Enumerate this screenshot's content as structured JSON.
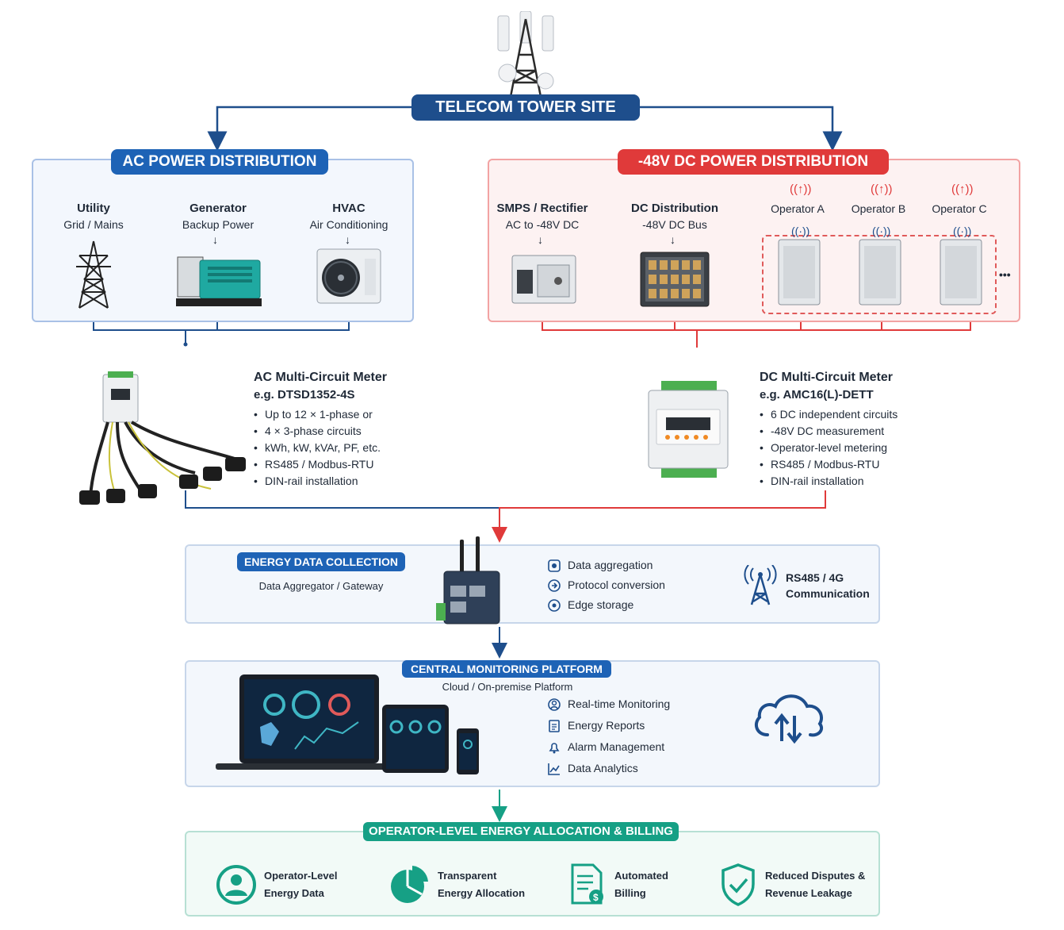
{
  "header": {
    "title": "TELECOM TOWER SITE"
  },
  "ac": {
    "title": "AC POWER DISTRIBUTION",
    "sources": [
      {
        "name": "Utility",
        "sub": "Grid / Mains"
      },
      {
        "name": "Generator",
        "sub": "Backup Power"
      },
      {
        "name": "HVAC",
        "sub": "Air Conditioning"
      }
    ]
  },
  "dc": {
    "title": "-48V DC POWER DISTRIBUTION",
    "rectifier": {
      "name": "SMPS / Rectifier",
      "sub": "AC to -48V DC"
    },
    "distribution": {
      "name": "DC Distribution",
      "sub": "-48V DC Bus"
    },
    "operators": [
      "Operator A",
      "Operator B",
      "Operator C"
    ],
    "ellipsis": "•••"
  },
  "ac_meter": {
    "title": "AC Multi-Circuit Meter",
    "model": "e.g. DTSD1352-4S",
    "features": [
      "Up to 12 × 1-phase or",
      "4 × 3-phase circuits",
      "kWh, kW, kVAr, PF, etc.",
      "RS485 / Modbus-RTU",
      "DIN-rail installation"
    ]
  },
  "dc_meter": {
    "title": "DC Multi-Circuit Meter",
    "model": "e.g. AMC16(L)-DETT",
    "features": [
      "6 DC independent circuits",
      "-48V DC measurement",
      "Operator-level metering",
      "RS485 / Modbus-RTU",
      "DIN-rail installation"
    ]
  },
  "collection": {
    "title": "ENERGY DATA COLLECTION",
    "subtitle": "Data Aggregator / Gateway",
    "features": [
      "Data aggregation",
      "Protocol conversion",
      "Edge storage"
    ],
    "comm_line1": "RS485 / 4G",
    "comm_line2": "Communication"
  },
  "platform": {
    "title": "CENTRAL MONITORING PLATFORM",
    "subtitle": "Cloud / On-premise Platform",
    "features": [
      "Real-time Monitoring",
      "Energy Reports",
      "Alarm Management",
      "Data Analytics"
    ]
  },
  "billing": {
    "title": "OPERATOR-LEVEL ENERGY ALLOCATION & BILLING",
    "items": [
      {
        "line1": "Operator-Level",
        "line2": "Energy Data"
      },
      {
        "line1": "Transparent",
        "line2": "Energy Allocation"
      },
      {
        "line1": "Automated",
        "line2": "Billing"
      },
      {
        "line1": "Reduced Disputes &",
        "line2": "Revenue Leakage"
      }
    ]
  },
  "colors": {
    "blue": "#1e4e8c",
    "red": "#e03a3a",
    "teal": "#16a085",
    "ink": "#1f2937"
  }
}
